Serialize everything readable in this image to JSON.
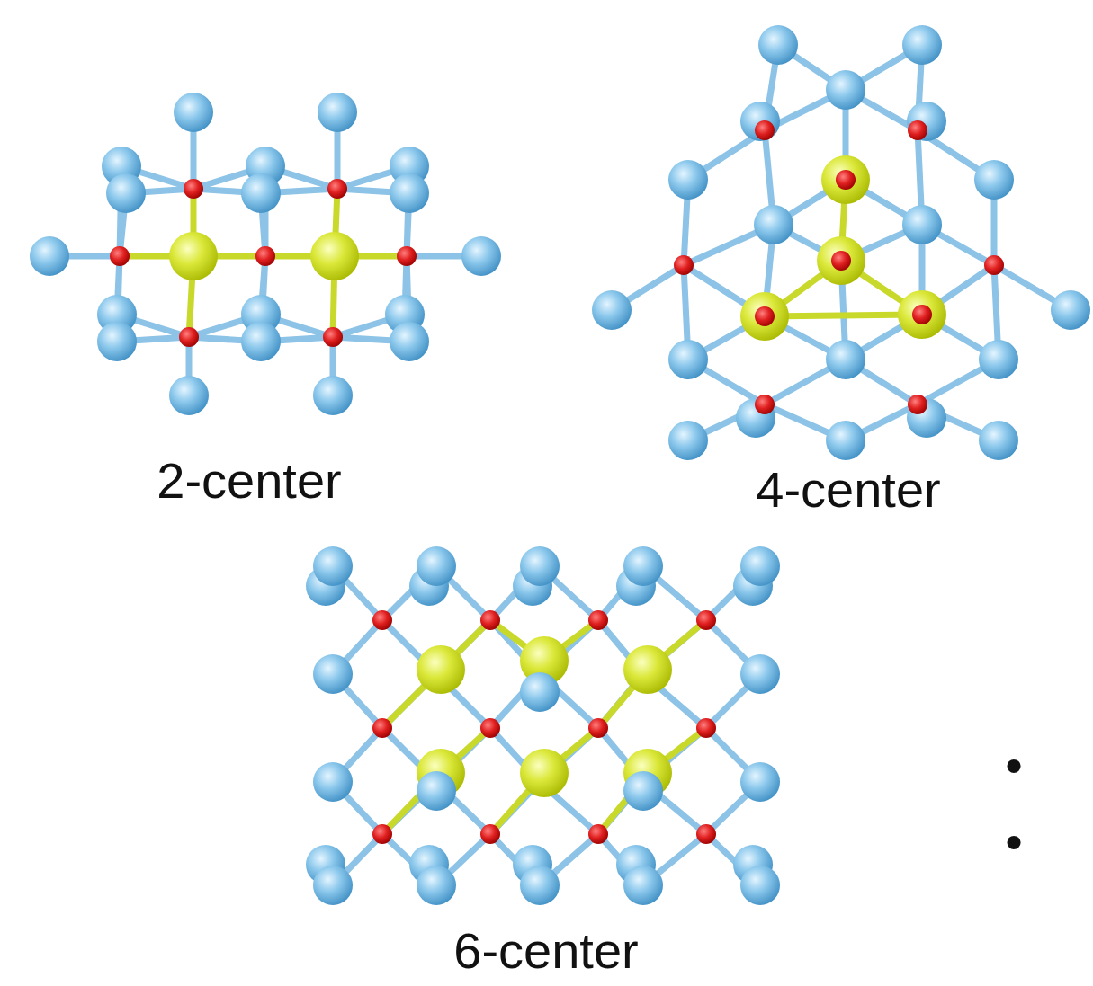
{
  "diagram": {
    "labels": [
      "2-center",
      "4-center",
      "6-center",
      "•",
      "•"
    ]
  }
}
